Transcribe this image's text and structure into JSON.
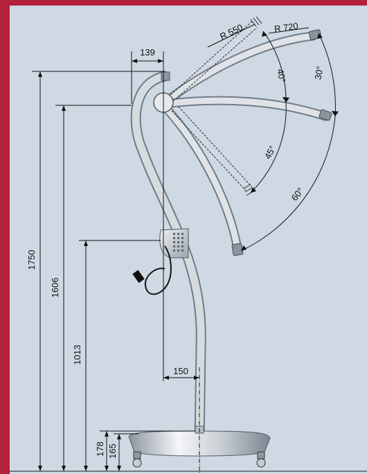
{
  "dimensions": {
    "arm_offset": "139",
    "height_total": "1750",
    "height_lamp_joint": "1606",
    "height_control_unit": "1013",
    "base_offset": "150",
    "height_base_top": "178",
    "height_base_plate": "165",
    "radius_inner": "R 550",
    "radius_outer": "R 720",
    "angle_inner_up": "40°",
    "angle_outer_up": "30°",
    "angle_inner_down": "45°",
    "angle_outer_down": "60°"
  },
  "colors": {
    "frame": "#b3213a",
    "background": "#ced9e3",
    "pole": "#d6dbe0",
    "pole_edge": "#6f7b86"
  }
}
